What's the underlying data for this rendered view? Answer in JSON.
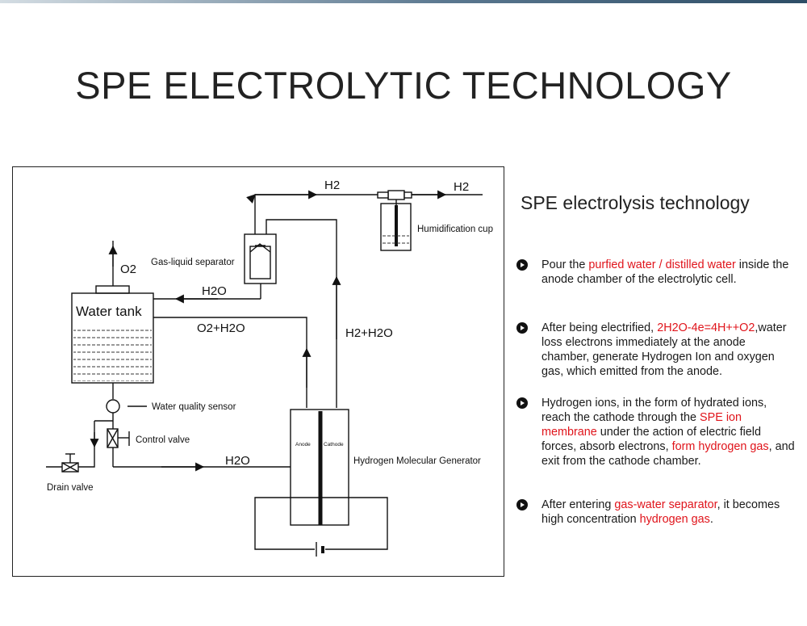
{
  "page": {
    "title": "SPE ELECTROLYTIC TECHNOLOGY"
  },
  "diagram": {
    "h2_out_top": "H2",
    "h2_out_right": "H2",
    "humidification_cup": "Humidification cup",
    "gas_liquid_separator": "Gas-liquid separator",
    "o2_vent": "O2",
    "h2o_return": "H2O",
    "water_tank": "Water tank",
    "o2_h2o": "O2+H2O",
    "h2_h2o": "H2+H2O",
    "water_quality_sensor": "Water quality sensor",
    "control_valve": "Control valve",
    "h2o_feed": "H2O",
    "anode": "Anode",
    "cathode": "Cathode",
    "generator": "Hydrogen Molecular Generator",
    "drain_valve": "Drain valve"
  },
  "panel": {
    "title": "SPE electrolysis technology",
    "steps": [
      {
        "a": "Pour the ",
        "b": "purfied water / distilled water",
        "c": " inside the anode chamber of the electrolytic cell."
      },
      {
        "a": "After being electrified, ",
        "b": "2H2O-4e=4H++O2",
        "c": ",water loss electrons immediately at the anode chamber, generate Hydrogen Ion and oxygen gas, which emitted from the anode."
      },
      {
        "a": "Hydrogen ions, in the form of hydrated ions, reach the cathode through the ",
        "b": "SPE ion membrane",
        "c": " under the action of electric field forces, absorb electrons, ",
        "d": "form hydrogen gas",
        "e": ", and exit from the cathode chamber."
      },
      {
        "a": "After entering ",
        "b": "gas-water separator",
        "c": ", it becomes high concentration ",
        "d": "hydrogen gas",
        "e": "."
      }
    ]
  },
  "colors": {
    "highlight": "#e0141b",
    "line": "#111111"
  }
}
